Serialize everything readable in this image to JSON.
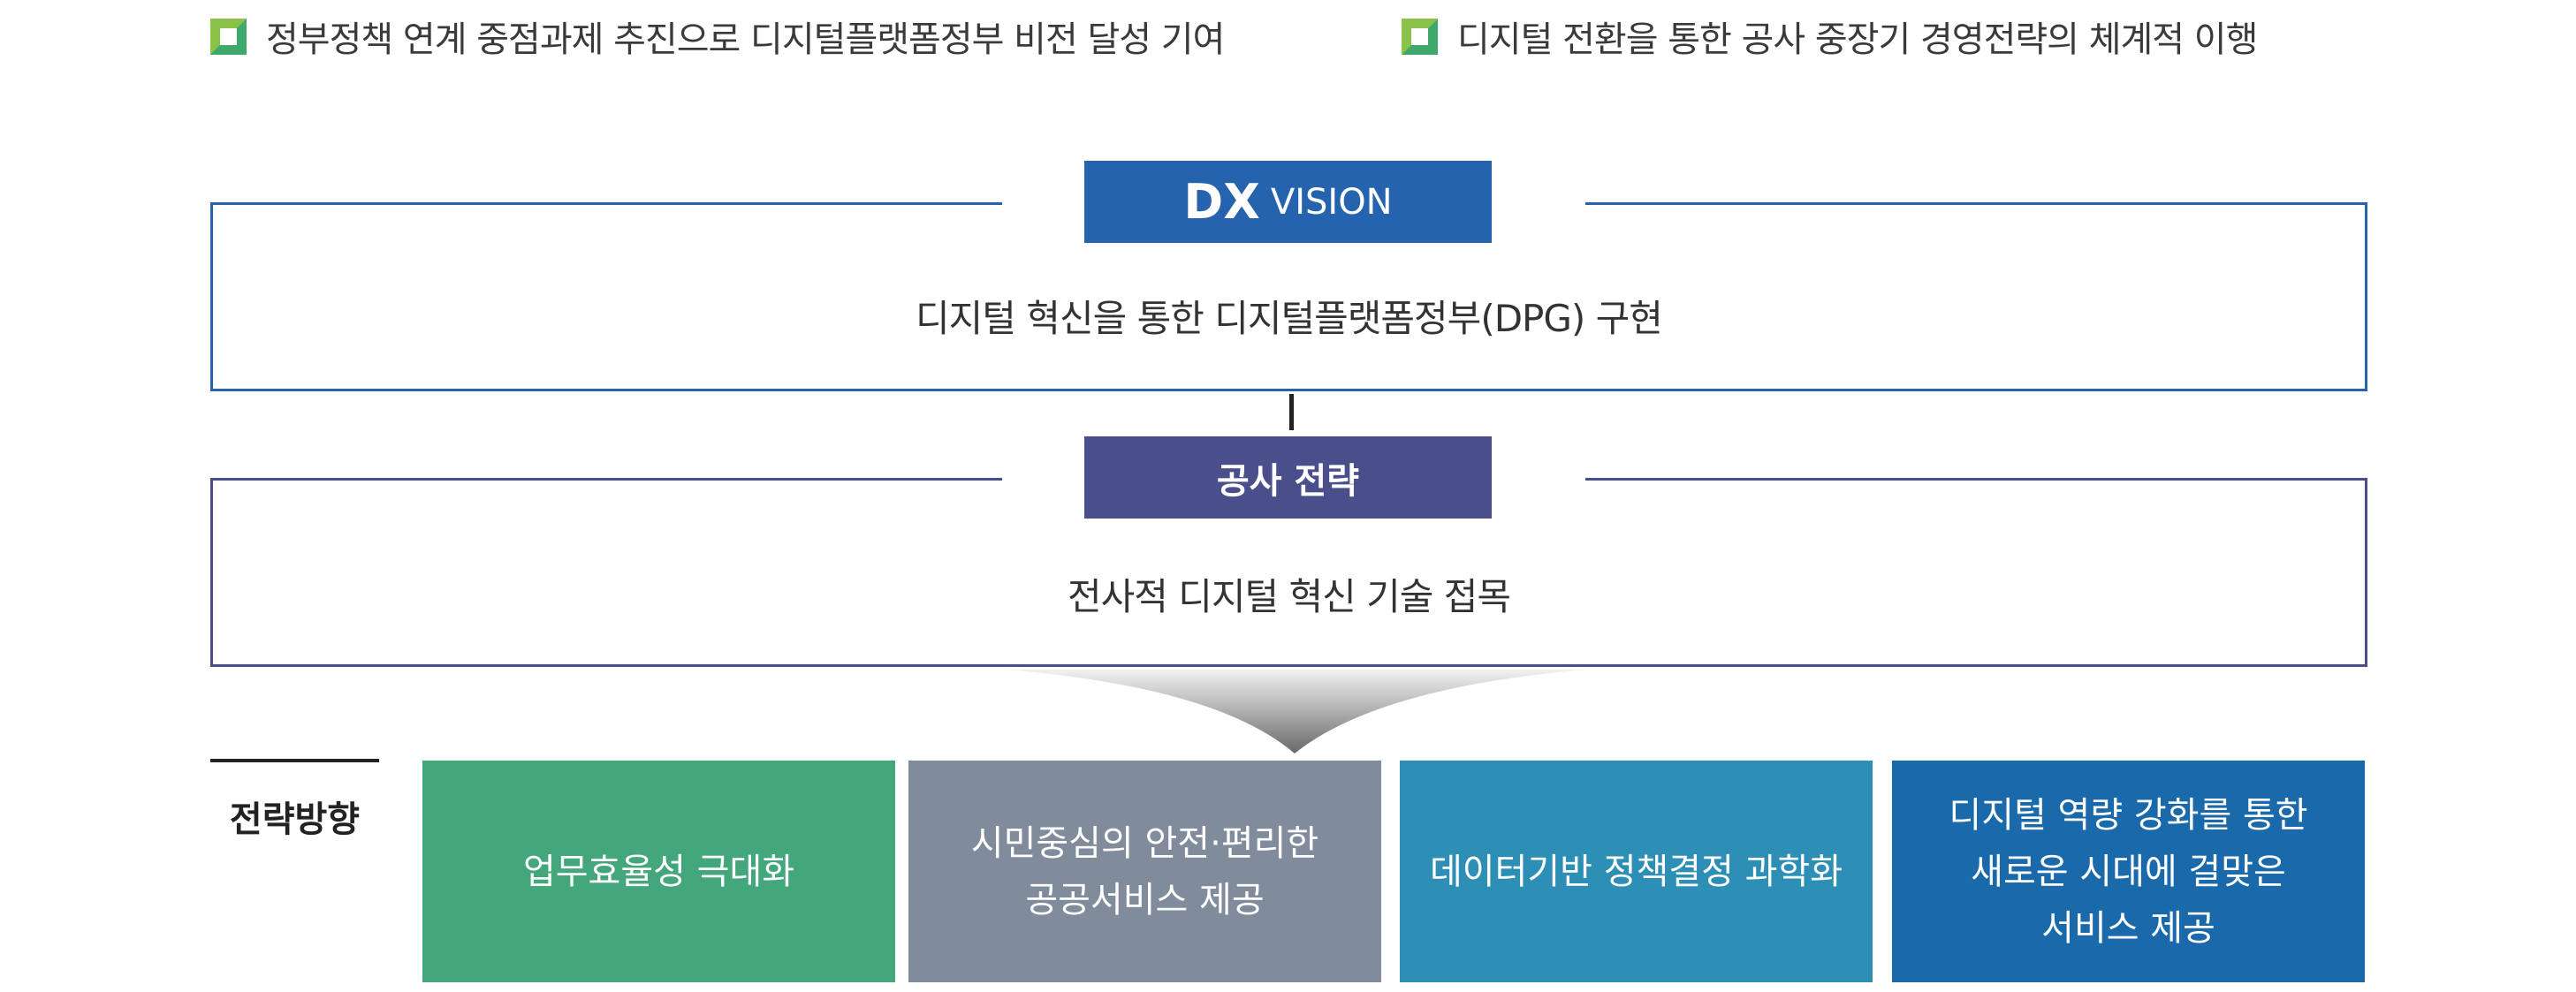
{
  "goals": [
    "정부정책 연계 중점과제 추진으로 디지털플랫폼정부 비전 달성 기여",
    "디지털 전환을 통한 공사 중장기 경영전략의 체계적 이행"
  ],
  "vision": {
    "tag_bold": "DX",
    "tag_rest": "VISION",
    "text": "디지털 혁신을 통한 디지털플랫폼정부(DPG) 구현"
  },
  "strategy": {
    "tag": "공사 전략",
    "text": "전사적 디지털 혁신 기술 접목"
  },
  "directions": {
    "label": "전략방향",
    "items": [
      {
        "text": "업무효율성 극대화",
        "color": "#43a77b"
      },
      {
        "text": "시민중심의 안전·편리한\n공공서비스 제공",
        "color": "#808b9b"
      },
      {
        "text": "데이터기반 정책결정 과학화",
        "color": "#2d8fb5"
      },
      {
        "text": "디지털 역량 강화를 통한\n새로운 시대에 걸맞은\n서비스 제공",
        "color": "#1a6aab"
      }
    ]
  }
}
